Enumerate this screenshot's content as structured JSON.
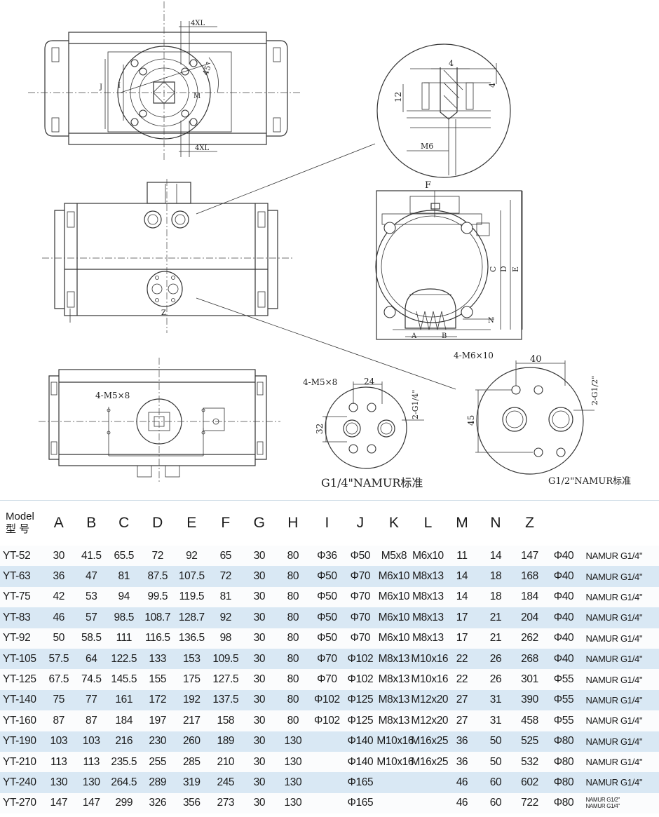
{
  "drawing": {
    "labels": {
      "top_4xl_1": "4XL",
      "top_4xl_2": "4XL",
      "top_j": "J",
      "top_i": "I",
      "top_45": "45°",
      "top_m": "M",
      "detail_4": "4",
      "detail_4b": "4",
      "detail_12": "12",
      "detail_m6": "M6",
      "side_f": "F",
      "side_c": "C",
      "side_d": "D",
      "side_e": "E",
      "side_n": "N",
      "side_a": "A",
      "side_b": "B",
      "front_z": "Z",
      "bottom_m5": "4-M5×8",
      "g14_m5": "4-M5×8",
      "g14_24": "24",
      "g14_32": "32",
      "g14_2g": "2-G1/4\"",
      "g14_caption": "G1/4\"NAMUR标准",
      "g12_m6": "4-M6×10",
      "g12_40": "40",
      "g12_45": "45",
      "g12_2g": "2-G1/2\"",
      "g12_caption": "G1/2\"NAMUR标准"
    }
  },
  "table": {
    "header": {
      "model_en": "Model",
      "model_cn": "型 号",
      "cols": [
        "A",
        "B",
        "C",
        "D",
        "E",
        "F",
        "G",
        "H",
        "I",
        "J",
        "K",
        "L",
        "M",
        "N",
        "Z",
        "",
        ""
      ]
    },
    "rows": [
      {
        "cells": [
          "YT-52",
          "30",
          "41.5",
          "65.5",
          "72",
          "92",
          "65",
          "30",
          "80",
          "Φ36",
          "Φ50",
          "M5x8",
          "M6x10",
          "11",
          "14",
          "147",
          "Φ40"
        ],
        "std": [
          "NAMUR G1/4\""
        ]
      },
      {
        "cells": [
          "YT-63",
          "36",
          "47",
          "81",
          "87.5",
          "107.5",
          "72",
          "30",
          "80",
          "Φ50",
          "Φ70",
          "M6x10",
          "M8x13",
          "14",
          "18",
          "168",
          "Φ40"
        ],
        "std": [
          "NAMUR G1/4\""
        ]
      },
      {
        "cells": [
          "YT-75",
          "42",
          "53",
          "94",
          "99.5",
          "119.5",
          "81",
          "30",
          "80",
          "Φ50",
          "Φ70",
          "M6x10",
          "M8x13",
          "14",
          "18",
          "184",
          "Φ40"
        ],
        "std": [
          "NAMUR G1/4\""
        ]
      },
      {
        "cells": [
          "YT-83",
          "46",
          "57",
          "98.5",
          "108.7",
          "128.7",
          "92",
          "30",
          "80",
          "Φ50",
          "Φ70",
          "M6x10",
          "M8x13",
          "17",
          "21",
          "204",
          "Φ40"
        ],
        "std": [
          "NAMUR G1/4\""
        ]
      },
      {
        "cells": [
          "YT-92",
          "50",
          "58.5",
          "111",
          "116.5",
          "136.5",
          "98",
          "30",
          "80",
          "Φ50",
          "Φ70",
          "M6x10",
          "M8x13",
          "17",
          "21",
          "262",
          "Φ40"
        ],
        "std": [
          "NAMUR G1/4\""
        ]
      },
      {
        "cells": [
          "YT-105",
          "57.5",
          "64",
          "122.5",
          "133",
          "153",
          "109.5",
          "30",
          "80",
          "Φ70",
          "Φ102",
          "M8x13",
          "M10x16",
          "22",
          "26",
          "268",
          "Φ40"
        ],
        "std": [
          "NAMUR G1/4\""
        ]
      },
      {
        "cells": [
          "YT-125",
          "67.5",
          "74.5",
          "145.5",
          "155",
          "175",
          "127.5",
          "30",
          "80",
          "Φ70",
          "Φ102",
          "M8x13",
          "M10x16",
          "22",
          "26",
          "301",
          "Φ55"
        ],
        "std": [
          "NAMUR G1/4\""
        ]
      },
      {
        "cells": [
          "YT-140",
          "75",
          "77",
          "161",
          "172",
          "192",
          "137.5",
          "30",
          "80",
          "Φ102",
          "Φ125",
          "M8x13",
          "M12x20",
          "27",
          "31",
          "390",
          "Φ55"
        ],
        "std": [
          "NAMUR G1/4\""
        ]
      },
      {
        "cells": [
          "YT-160",
          "87",
          "87",
          "184",
          "197",
          "217",
          "158",
          "30",
          "80",
          "Φ102",
          "Φ125",
          "M8x13",
          "M12x20",
          "27",
          "31",
          "458",
          "Φ55"
        ],
        "std": [
          "NAMUR G1/4\""
        ]
      },
      {
        "cells": [
          "YT-190",
          "103",
          "103",
          "216",
          "230",
          "260",
          "189",
          "30",
          "130",
          "",
          "Φ140",
          "M10x16",
          "M16x25",
          "36",
          "50",
          "525",
          "Φ80"
        ],
        "std": [
          "NAMUR G1/4\""
        ]
      },
      {
        "cells": [
          "YT-210",
          "113",
          "113",
          "235.5",
          "255",
          "285",
          "210",
          "30",
          "130",
          "",
          "Φ140",
          "M10x16",
          "M16x25",
          "36",
          "50",
          "532",
          "Φ80"
        ],
        "std": [
          "NAMUR G1/4\""
        ]
      },
      {
        "cells": [
          "YT-240",
          "130",
          "130",
          "264.5",
          "289",
          "319",
          "245",
          "30",
          "130",
          "",
          "Φ165",
          "",
          "",
          "46",
          "60",
          "602",
          "Φ80"
        ],
        "std": [
          "NAMUR G1/4\""
        ]
      },
      {
        "cells": [
          "YT-270",
          "147",
          "147",
          "299",
          "326",
          "356",
          "273",
          "30",
          "130",
          "",
          "Φ165",
          "",
          "",
          "46",
          "60",
          "722",
          "Φ80"
        ],
        "std": [
          "NAMUR G1/2\"",
          "NAMUR G1/4\""
        ]
      }
    ]
  }
}
